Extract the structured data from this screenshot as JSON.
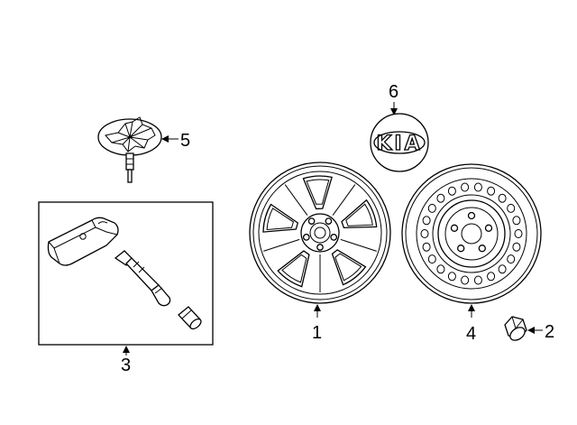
{
  "callouts": [
    {
      "id": "1",
      "label": "1",
      "part": "alloy-wheel"
    },
    {
      "id": "2",
      "label": "2",
      "part": "lug-nut"
    },
    {
      "id": "3",
      "label": "3",
      "part": "tpms-sensor-kit"
    },
    {
      "id": "4",
      "label": "4",
      "part": "spare-steel-wheel"
    },
    {
      "id": "5",
      "label": "5",
      "part": "valve-stem-hub-cap"
    },
    {
      "id": "6",
      "label": "6",
      "part": "center-cap"
    }
  ],
  "center_cap": {
    "logo_text": "KIA"
  },
  "colors": {
    "line": "#000000",
    "background": "#ffffff"
  }
}
